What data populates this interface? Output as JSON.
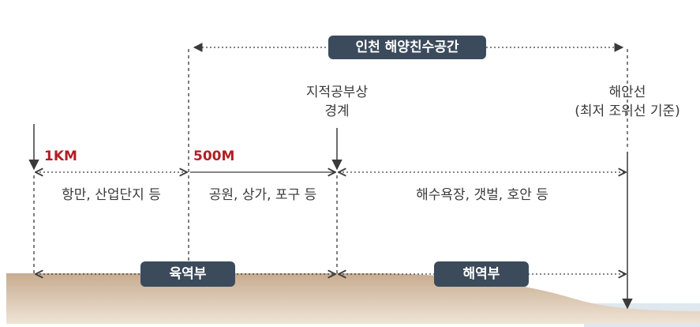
{
  "title": "인천 해양친수공간",
  "cadastral_boundary": {
    "line1": "지적공부상",
    "line2": "경계"
  },
  "coastline": {
    "line1": "해안선",
    "line2": "(최저 조위선 기준)"
  },
  "distance_labels": {
    "d1": "1KM",
    "d2": "500M"
  },
  "zones": {
    "z1": "항만, 산업단지 등",
    "z2": "공원, 상가, 포구 등",
    "z3": "해수욕장, 갯벌, 호안 등"
  },
  "regions": {
    "land": "육역부",
    "sea": "해역부"
  },
  "colors": {
    "badge": "#3b4b5c",
    "distance_label": "#b21f24",
    "ground": "#c4a78a",
    "water": "#dfe7ef"
  }
}
